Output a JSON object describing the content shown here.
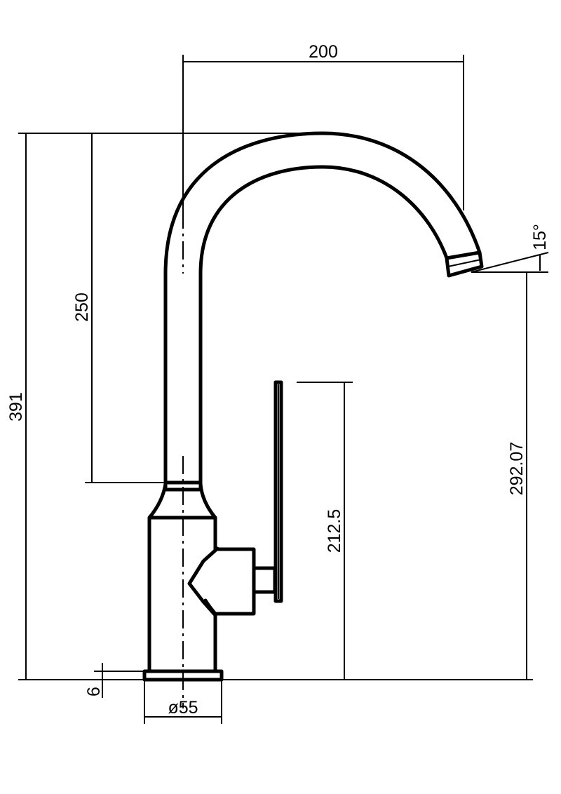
{
  "dimensions": {
    "spout_reach": "200",
    "total_height": "391",
    "spout_height": "250",
    "outlet_height": "292.07",
    "lever_height": "212.5",
    "base_thickness": "6",
    "base_diameter": "ø55",
    "outlet_angle": "15°"
  },
  "colors": {
    "line": "#000000",
    "background": "#ffffff"
  }
}
